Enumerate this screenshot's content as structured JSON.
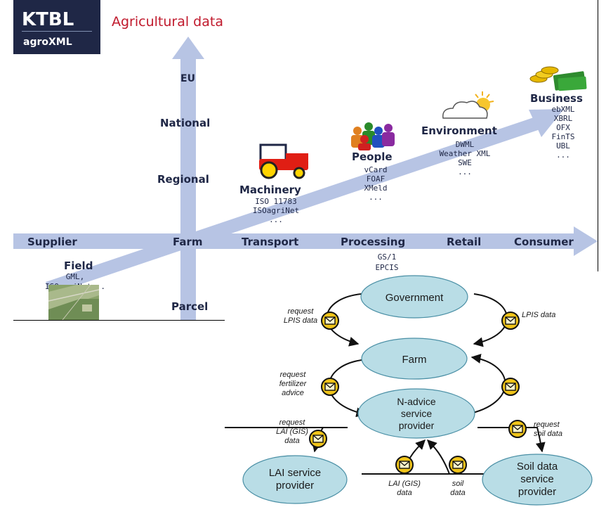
{
  "header": {
    "logo_top": "KTBL",
    "logo_bottom": "agroXML",
    "title": "Agricultural data"
  },
  "vertical_axis": {
    "levels": [
      "EU",
      "National",
      "Regional",
      "Farm",
      "Parcel"
    ]
  },
  "horizontal_axis": {
    "stages": [
      "Supplier",
      "Farm",
      "Transport",
      "Processing",
      "Retail",
      "Consumer"
    ]
  },
  "domains": {
    "field": {
      "title": "Field",
      "standards": [
        "GML,",
        "ISOagriNet..."
      ]
    },
    "machinery": {
      "title": "Machinery",
      "standards": [
        "ISO 11783",
        "ISOagriNet",
        "..."
      ]
    },
    "people": {
      "title": "People",
      "standards": [
        "vCard",
        "FOAF",
        "XMeld",
        "..."
      ]
    },
    "environment": {
      "title": "Environment",
      "standards": [
        "DWML",
        "Weather XML",
        "SWE",
        "..."
      ]
    },
    "business": {
      "title": "Business",
      "standards": [
        "ebXML",
        "XBRL",
        "OFX",
        "FinTS",
        "UBL",
        "..."
      ]
    },
    "processing": {
      "standards": [
        "GS/1",
        "EPCIS"
      ]
    }
  },
  "flow": {
    "nodes": {
      "government": "Government",
      "farm": "Farm",
      "n_advice": [
        "N-advice",
        "service",
        "provider"
      ],
      "lai": [
        "LAI service",
        "provider"
      ],
      "soil": [
        "Soil data",
        "service",
        "provider"
      ]
    },
    "edges": {
      "request_lpis": [
        "request",
        "LPIS data"
      ],
      "lpis_data": "LPIS data",
      "request_fert": [
        "request",
        "fertilizer",
        "advice"
      ],
      "request_lai": [
        "request",
        "LAI (GIS)",
        "data"
      ],
      "request_soil": [
        "request",
        "soil data"
      ],
      "lai_data": [
        "LAI (GIS)",
        "data"
      ],
      "soil_data": [
        "soil",
        "data"
      ]
    }
  },
  "colors": {
    "navy": "#1f2746",
    "title_red": "#c0192c",
    "axis_blue": "#b7c4e4",
    "node_fill": "#b9dde6",
    "envelope": "#f0c419"
  }
}
